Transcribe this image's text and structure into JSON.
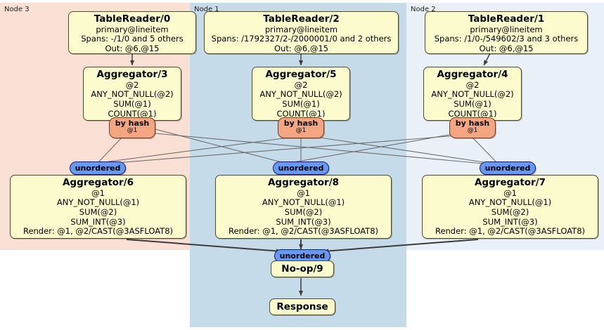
{
  "panels": [
    {
      "id": "node3",
      "label": "Node 3",
      "color": "#fadfd4"
    },
    {
      "id": "node1",
      "label": "Node 1",
      "color": "#c6dbea"
    },
    {
      "id": "node2",
      "label": "Node 2",
      "color": "#eaf0f8"
    }
  ],
  "colors": {
    "box_fill": "#fbfbcd",
    "box_stroke": "#4d4d2a",
    "unordered_fill": "#6699f5",
    "hash_fill": "#f4a582",
    "edge": "#555555"
  },
  "readers": {
    "r0": {
      "title": "TableReader/0",
      "source": "primary@lineitem",
      "spans": "Spans: -/1/0 and 5 others",
      "out": "Out: @6,@15"
    },
    "r2": {
      "title": "TableReader/2",
      "source": "primary@lineitem",
      "spans": "Spans: /1792327/2-/2000001/0 and 2 others",
      "out": "Out: @6,@15"
    },
    "r1": {
      "title": "TableReader/1",
      "source": "primary@lineitem",
      "spans": "Spans: /1/0-/549602/3 and 3 others",
      "out": "Out: @6,@15"
    }
  },
  "local_aggregators": {
    "a3": {
      "title": "Aggregator/3",
      "group": "@2",
      "f1": "ANY_NOT_NULL(@2)",
      "f2": "SUM(@1)",
      "f3": "COUNT(@1)"
    },
    "a5": {
      "title": "Aggregator/5",
      "group": "@2",
      "f1": "ANY_NOT_NULL(@2)",
      "f2": "SUM(@1)",
      "f3": "COUNT(@1)"
    },
    "a4": {
      "title": "Aggregator/4",
      "group": "@2",
      "f1": "ANY_NOT_NULL(@2)",
      "f2": "SUM(@1)",
      "f3": "COUNT(@1)"
    }
  },
  "hash_routers": {
    "h3": {
      "label": "by hash",
      "key": "@1"
    },
    "h5": {
      "label": "by hash",
      "key": "@1"
    },
    "h4": {
      "label": "by hash",
      "key": "@1"
    }
  },
  "receivers": {
    "u6": {
      "label": "unordered"
    },
    "u8": {
      "label": "unordered"
    },
    "u7": {
      "label": "unordered"
    },
    "u9": {
      "label": "unordered"
    }
  },
  "final_aggregators": {
    "a6": {
      "title": "Aggregator/6",
      "group": "@1",
      "f1": "ANY_NOT_NULL(@1)",
      "f2": "SUM(@2)",
      "f3": "SUM_INT(@3)",
      "render": "Render: @1, @2/CAST(@3ASFLOAT8)"
    },
    "a8": {
      "title": "Aggregator/8",
      "group": "@1",
      "f1": "ANY_NOT_NULL(@1)",
      "f2": "SUM(@2)",
      "f3": "SUM_INT(@3)",
      "render": "Render: @1, @2/CAST(@3ASFLOAT8)"
    },
    "a7": {
      "title": "Aggregator/7",
      "group": "@1",
      "f1": "ANY_NOT_NULL(@1)",
      "f2": "SUM(@2)",
      "f3": "SUM_INT(@3)",
      "render": "Render: @1, @2/CAST(@3ASFLOAT8)"
    }
  },
  "terminal": {
    "noop": "No-op/9",
    "response": "Response"
  }
}
